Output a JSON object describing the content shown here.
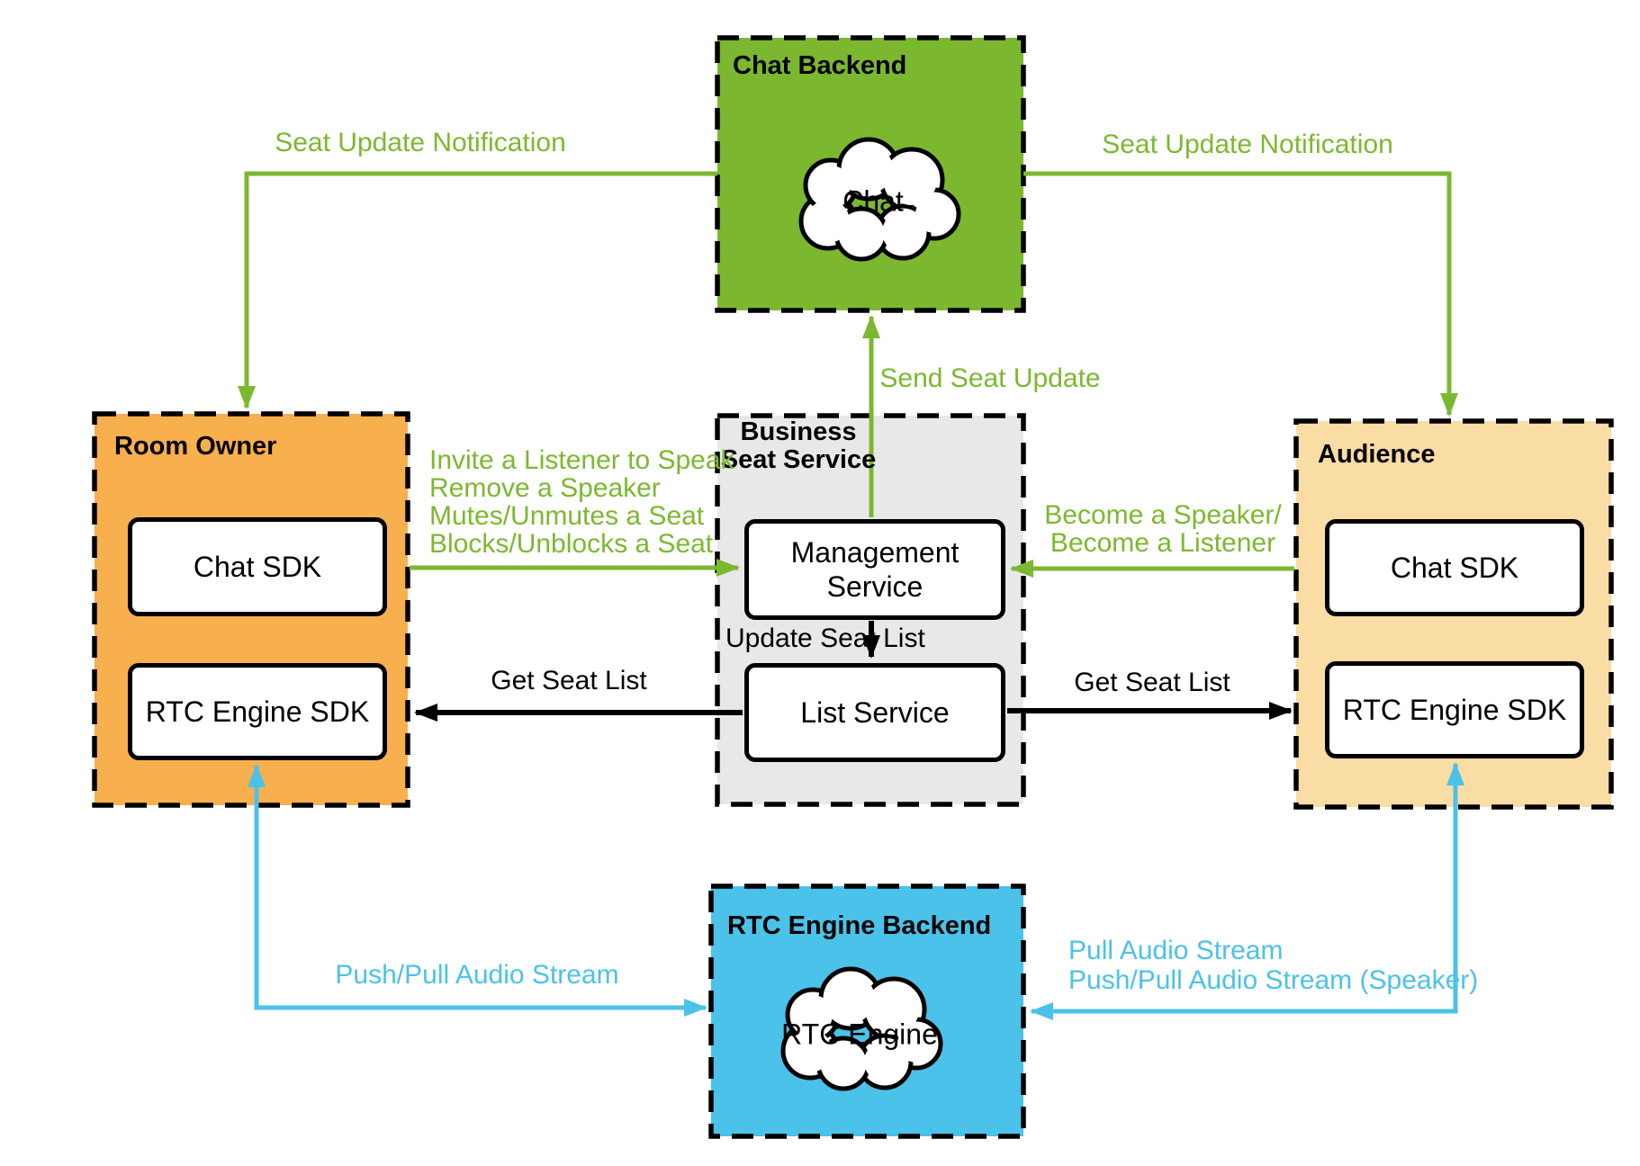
{
  "colors": {
    "green": "#7CB82F",
    "orange": "#F8AF4D",
    "peach": "#FADCA5",
    "gray": "#E8E8E8",
    "blue": "#4BC2E9",
    "black": "#000000"
  },
  "zones": {
    "chat_backend": {
      "title": "Chat Backend",
      "cloud_label": "Chat"
    },
    "room_owner": {
      "title": "Room Owner",
      "chat_sdk": "Chat SDK",
      "rtc_engine_sdk": "RTC Engine SDK"
    },
    "business_seat_service": {
      "title_lines": [
        "Business",
        "Seat Service"
      ],
      "management_service": "Management Service",
      "list_service": "List Service"
    },
    "audience": {
      "title": "Audience",
      "chat_sdk": "Chat SDK",
      "rtc_engine_sdk": "RTC Engine SDK"
    },
    "rtc_engine_backend": {
      "title": "RTC Engine Backend",
      "cloud_label": "RTC Engine"
    }
  },
  "edges": {
    "seat_update_notification_left": "Seat Update Notification",
    "seat_update_notification_right": "Seat Update Notification",
    "send_seat_update": "Send Seat Update",
    "owner_to_management_actions": [
      "Invite a Listener to Speak",
      "Remove a Speaker",
      "Mutes/Unmutes a Seat",
      "Blocks/Unblocks a Seat"
    ],
    "audience_to_management_actions": [
      "Become a Speaker/",
      "Become a Listener"
    ],
    "update_seat_list": "Update Seat List",
    "get_seat_list_left": "Get Seat List",
    "get_seat_list_right": "Get Seat List",
    "owner_audio": "Push/Pull Audio Stream",
    "audience_audio": [
      "Pull Audio Stream",
      "Push/Pull Audio Stream (Speaker)"
    ]
  }
}
